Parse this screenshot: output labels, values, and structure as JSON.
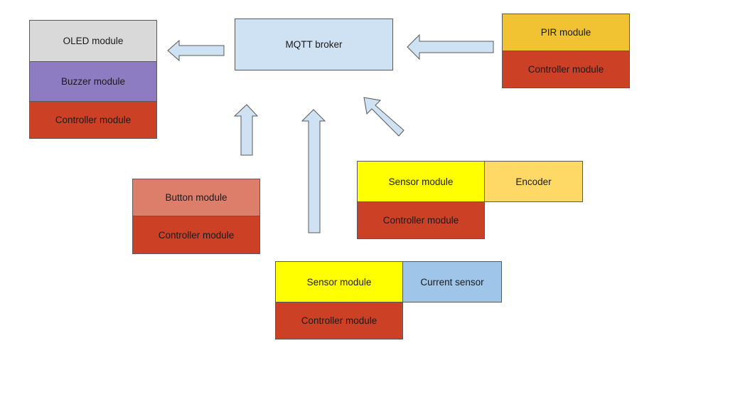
{
  "diagram": {
    "title": "",
    "broker": {
      "label": "MQTT broker",
      "color": "#cfe2f3"
    },
    "stacks": {
      "oled": {
        "oled": {
          "label": "OLED module",
          "color": "#d9d9d9"
        },
        "buzzer": {
          "label": "Buzzer module",
          "color": "#8e7cc3"
        },
        "controller": {
          "label": "Controller module",
          "color": "#cc4125"
        }
      },
      "pir": {
        "pir": {
          "label": "PIR module",
          "color": "#f1c232"
        },
        "controller": {
          "label": "Controller module",
          "color": "#cc4125"
        }
      },
      "button": {
        "button": {
          "label": "Button module",
          "color": "#dd7e6b"
        },
        "controller": {
          "label": "Controller module",
          "color": "#cc4125"
        }
      },
      "encoder_sensor": {
        "sensor": {
          "label": "Sensor module",
          "color": "#ffff00"
        },
        "encoder": {
          "label": "Encoder",
          "color": "#ffd966"
        },
        "controller": {
          "label": "Controller module",
          "color": "#cc4125"
        }
      },
      "current_sensor": {
        "sensor": {
          "label": "Sensor module",
          "color": "#ffff00"
        },
        "current": {
          "label": "Current sensor",
          "color": "#9fc5e8"
        },
        "controller": {
          "label": "Controller module",
          "color": "#cc4125"
        }
      }
    },
    "arrows": [
      {
        "from": "MQTT broker",
        "to": "OLED/Buzzer/Controller stack",
        "direction": "left"
      },
      {
        "from": "PIR/Controller stack",
        "to": "MQTT broker",
        "direction": "left"
      },
      {
        "from": "Button/Controller stack",
        "to": "MQTT broker",
        "direction": "up"
      },
      {
        "from": "Current sensor stack",
        "to": "MQTT broker",
        "direction": "up"
      },
      {
        "from": "Encoder sensor stack",
        "to": "MQTT broker",
        "direction": "up-left"
      }
    ],
    "arrow_color": "#cfe2f3"
  }
}
